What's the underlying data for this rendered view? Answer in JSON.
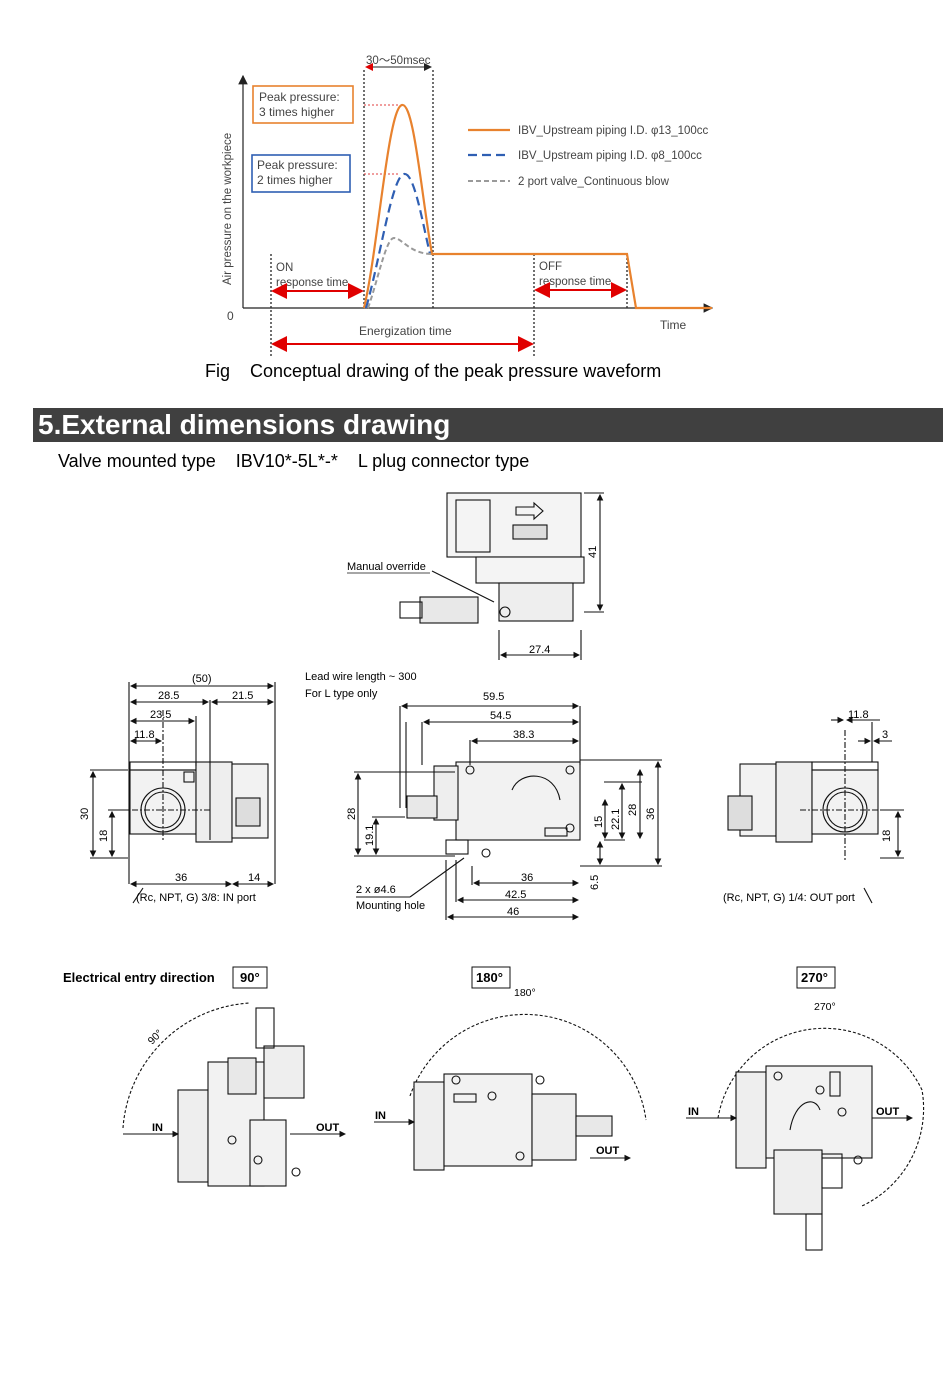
{
  "figure1": {
    "y_axis_label": "Air pressure on the workpiece",
    "x_axis_label": "Time",
    "origin_label": "0",
    "pulse_width_label": "30～50msec",
    "peak3_line1": "Peak pressure:",
    "peak3_line2": "3 times higher",
    "peak2_line1": "Peak pressure:",
    "peak2_line2": "2 times higher",
    "on_line1": "ON",
    "on_line2": "response time",
    "off_line1": "OFF",
    "off_line2": "response time",
    "energization_label": "Energization time",
    "legend": [
      {
        "text": "IBV_Upstream piping I.D. φ13_100cc",
        "color": "#e8822e",
        "style": "solid"
      },
      {
        "text": "IBV_Upstream piping I.D. φ8_100cc",
        "color": "#2f5fb3",
        "style": "dashed"
      },
      {
        "text": "2 port valve_Continuous blow",
        "color": "#9a9a9a",
        "style": "dashed"
      }
    ],
    "caption": "Fig    Conceptual drawing of the peak pressure waveform"
  },
  "section": {
    "title": "5.External dimensions drawing",
    "subtitle": "Valve mounted type    IBV10*-5L*-*    L plug connector type"
  },
  "drawing_top": {
    "manual_override": "Manual override",
    "dim_41": "41",
    "dim_27_4": "27.4"
  },
  "drawing_left": {
    "dim_50": "(50)",
    "dim_28_5": "28.5",
    "dim_21_5": "21.5",
    "dim_23_5": "23.5",
    "dim_11_8": "11.8",
    "dim_30": "30",
    "dim_18": "18",
    "dim_36": "36",
    "dim_14": "14",
    "port_label": "(Rc, NPT, G) 3/8: IN port"
  },
  "drawing_middle": {
    "lead_wire": "Lead wire length ~ 300",
    "l_type": "For L type only",
    "dim_59_5": "59.5",
    "dim_54_5": "54.5",
    "dim_38_3": "38.3",
    "dim_28_left": "28",
    "dim_19_1": "19.1",
    "dim_15": "15",
    "dim_22_1": "22.1",
    "dim_28_right": "28",
    "dim_36_right": "36",
    "dim_36_bottom": "36",
    "dim_6_5": "6.5",
    "dim_42_5": "42.5",
    "dim_46": "46",
    "mounting_line1": "2 x ø4.6",
    "mounting_line2": "Mounting hole"
  },
  "drawing_right": {
    "dim_11_8": "11.8",
    "dim_3": "3",
    "dim_18": "18",
    "port_label": "(Rc, NPT, G) 1/4: OUT port"
  },
  "entry": {
    "label": "Electrical entry direction",
    "box_90": "90°",
    "box_180": "180°",
    "box_270": "270°",
    "arc_90": "90°",
    "arc_180": "180°",
    "arc_270": "270°",
    "in": "IN",
    "out": "OUT"
  }
}
